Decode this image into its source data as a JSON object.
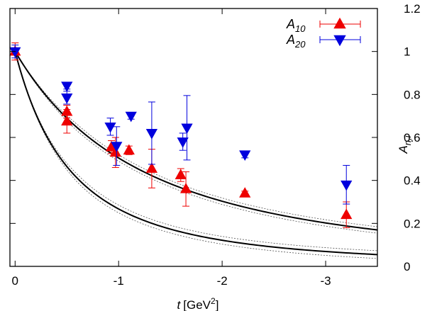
{
  "chart_data": {
    "type": "scatter",
    "xlabel": {
      "var": "t",
      "unit_base": "[GeV",
      "unit_sup": "2",
      "unit_close": "]"
    },
    "ylabel": {
      "base": "A",
      "sub": "n,i"
    },
    "xlim": [
      0.05,
      -3.5
    ],
    "ylim": [
      0,
      1.2
    ],
    "x_ticks": [
      {
        "value": 0,
        "label": "0"
      },
      {
        "value": -1,
        "label": "-1"
      },
      {
        "value": -2,
        "label": "-2"
      },
      {
        "value": -3,
        "label": "-3"
      }
    ],
    "y_ticks": [
      {
        "value": 0,
        "label": "0"
      },
      {
        "value": 0.2,
        "label": "0.2"
      },
      {
        "value": 0.4,
        "label": "0.4"
      },
      {
        "value": 0.6,
        "label": "0.6"
      },
      {
        "value": 0.8,
        "label": "0.8"
      },
      {
        "value": 1,
        "label": "1"
      },
      {
        "value": 1.2,
        "label": "1.2"
      }
    ],
    "grid": false,
    "legend_position": "top-right",
    "series": [
      {
        "name_base": "A",
        "name_sub": "10",
        "color": "#ee0000",
        "marker": "triangle-up",
        "points": [
          {
            "x": 0.0,
            "y": 1.0,
            "err": 0.04
          },
          {
            "x": -0.5,
            "y": 0.72,
            "err": 0.03
          },
          {
            "x": -0.5,
            "y": 0.675,
            "err": 0.055
          },
          {
            "x": -0.93,
            "y": 0.555,
            "err": 0.03
          },
          {
            "x": -0.97,
            "y": 0.53,
            "err": 0.07
          },
          {
            "x": -1.1,
            "y": 0.54,
            "err": 0.02
          },
          {
            "x": -1.32,
            "y": 0.455,
            "err": 0.09
          },
          {
            "x": -1.6,
            "y": 0.425,
            "err": 0.03
          },
          {
            "x": -1.65,
            "y": 0.36,
            "err": 0.08
          },
          {
            "x": -2.22,
            "y": 0.34,
            "err": 0.01
          },
          {
            "x": -3.2,
            "y": 0.24,
            "err": 0.06
          }
        ],
        "fit": {
          "type": "dipole",
          "A0": 1.0,
          "M2": 1.07,
          "band": 0.018
        }
      },
      {
        "name_base": "A",
        "name_sub": "20",
        "color": "#0000dd",
        "marker": "triangle-down",
        "points": [
          {
            "x": 0.0,
            "y": 1.0,
            "err": 0.03
          },
          {
            "x": -0.5,
            "y": 0.84,
            "err": 0.015
          },
          {
            "x": -0.5,
            "y": 0.785,
            "err": 0.03
          },
          {
            "x": -0.92,
            "y": 0.65,
            "err": 0.04
          },
          {
            "x": -0.98,
            "y": 0.56,
            "err": 0.09
          },
          {
            "x": -1.12,
            "y": 0.7,
            "err": 0.015
          },
          {
            "x": -1.32,
            "y": 0.62,
            "err": 0.145
          },
          {
            "x": -1.62,
            "y": 0.58,
            "err": 0.04
          },
          {
            "x": -1.66,
            "y": 0.645,
            "err": 0.15
          },
          {
            "x": -2.22,
            "y": 0.52,
            "err": 0.015
          },
          {
            "x": -3.2,
            "y": 0.38,
            "err": 0.09
          }
        ],
        "fit": {
          "type": "dipole",
          "A0": 1.0,
          "M2": 2.45,
          "band": 0.015
        }
      }
    ]
  }
}
